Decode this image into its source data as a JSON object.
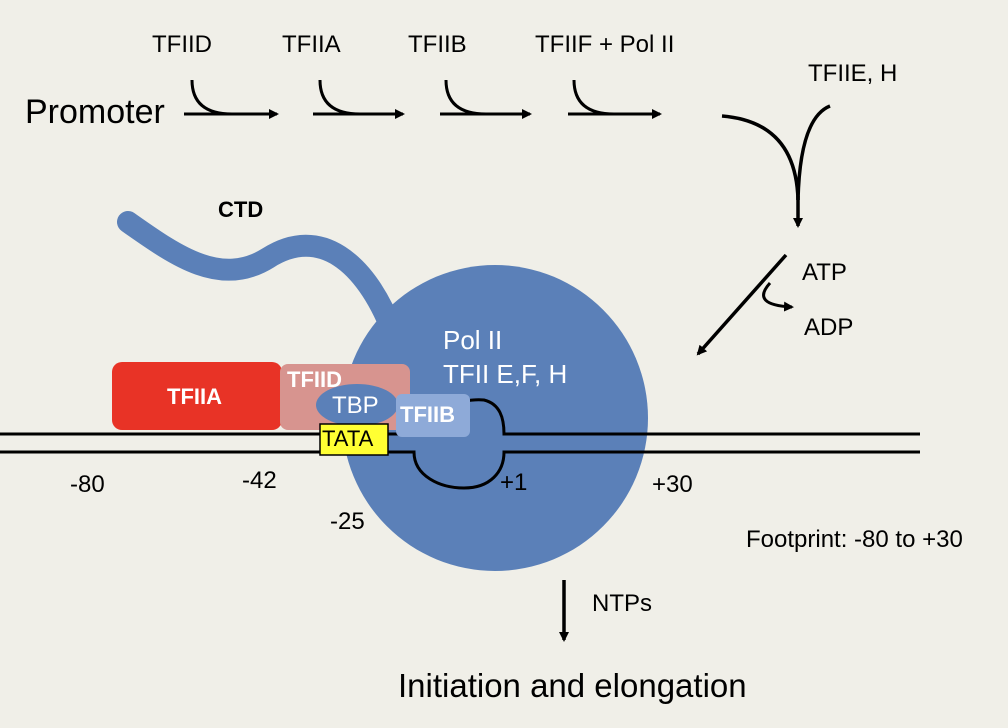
{
  "pathway": {
    "start_label": "Promoter",
    "factors": [
      "TFIID",
      "TFIIA",
      "TFIIB",
      "TFIIF + Pol II"
    ],
    "late_factors": "TFIIE, H",
    "atp": "ATP",
    "adp": "ADP"
  },
  "complex": {
    "ctd": "CTD",
    "pol_line1": "Pol II",
    "pol_line2": "TFII E,F, H",
    "tfiia": "TFIIA",
    "tfiid": "TFIID",
    "tbp": "TBP",
    "tfiib": "TFIIB",
    "tata": "TATA"
  },
  "positions": {
    "m80": "-80",
    "m42": "-42",
    "m25": "-25",
    "p1": "+1",
    "p30": "+30"
  },
  "footprint": "Footprint: -80 to +30",
  "ntps": "NTPs",
  "outcome": "Initiation and elongation",
  "colors": {
    "background": "#f0efe8",
    "pol_ii": "#5b80b8",
    "tfiia": "#e83326",
    "tfiid": "#d7948f",
    "tfiib": "#8eaad8",
    "tata": "#ffff33"
  }
}
